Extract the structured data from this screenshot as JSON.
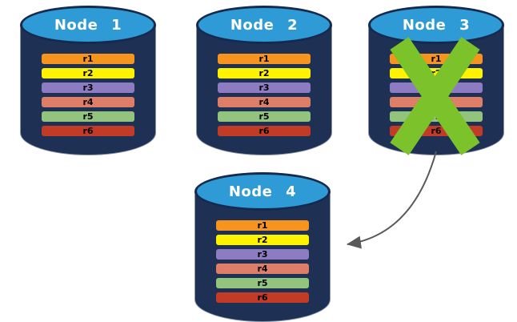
{
  "diagram": {
    "description": "Database replication failover diagram: four replica nodes, Node 3 failed (crossed out) and its data is redirected to Node 4",
    "nodes": [
      {
        "title": "Node 1",
        "records": [
          "r1",
          "r2",
          "r3",
          "r4",
          "r5",
          "r6"
        ],
        "failed": false
      },
      {
        "title": "Node 2",
        "records": [
          "r1",
          "r2",
          "r3",
          "r4",
          "r5",
          "r6"
        ],
        "failed": false
      },
      {
        "title": "Node 3",
        "records": [
          "r1",
          "r2",
          "r3",
          "r4",
          "r5",
          "r6"
        ],
        "failed": true
      },
      {
        "title": "Node 4",
        "records": [
          "r1",
          "r2",
          "r3",
          "r4",
          "r5",
          "r6"
        ],
        "failed": false
      }
    ],
    "record_colors": [
      "#F7941E",
      "#FDF200",
      "#8E7CC3",
      "#DE7E66",
      "#93C47D",
      "#C23B26"
    ],
    "colors": {
      "background": "#FFFFFF",
      "cylinder_body": "#1E3154",
      "cylinder_body_outline": "#8A93A6",
      "cylinder_top": "#2E9BD6",
      "cylinder_top_outline": "#152A4E",
      "title_text": "#FFFFFF",
      "record_text": "#000000",
      "failure_x": "#7CC22B",
      "arrow": "#595959"
    }
  }
}
